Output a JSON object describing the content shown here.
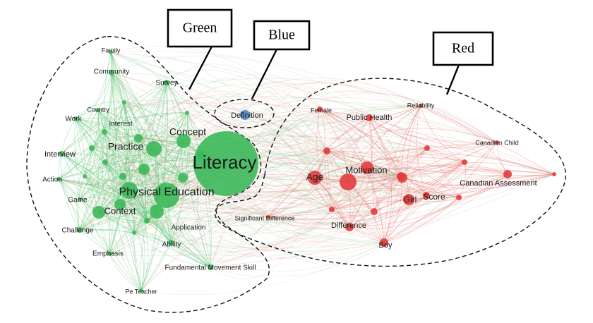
{
  "colors": {
    "green": "#3cb85a",
    "green_edge": "#5fc476",
    "red": "#e23c3c",
    "red_edge": "#ec6d6d",
    "blue": "#4a86c8",
    "mixed_edge": "#b8a070",
    "cluster_outline": "#111111"
  },
  "callouts": [
    {
      "id": "green",
      "label": "Green"
    },
    {
      "id": "blue",
      "label": "Blue"
    },
    {
      "id": "red",
      "label": "Red"
    }
  ],
  "nodes": [
    {
      "id": "literacy",
      "label": "Literacy",
      "cluster": "green",
      "weight": 10
    },
    {
      "id": "physical-education",
      "label": "Physical Education",
      "cluster": "green",
      "weight": 6
    },
    {
      "id": "concept",
      "label": "Concept",
      "cluster": "green",
      "weight": 4
    },
    {
      "id": "practice",
      "label": "Practice",
      "cluster": "green",
      "weight": 4
    },
    {
      "id": "context",
      "label": "Context",
      "cluster": "green",
      "weight": 3.5
    },
    {
      "id": "family",
      "label": "Family",
      "cluster": "green",
      "weight": 1
    },
    {
      "id": "community",
      "label": "Community",
      "cluster": "green",
      "weight": 1.5
    },
    {
      "id": "survey",
      "label": "Survey",
      "cluster": "green",
      "weight": 1.2
    },
    {
      "id": "country",
      "label": "Country",
      "cluster": "green",
      "weight": 1
    },
    {
      "id": "work",
      "label": "Work",
      "cluster": "green",
      "weight": 1
    },
    {
      "id": "interest",
      "label": "Interest",
      "cluster": "green",
      "weight": 1.5
    },
    {
      "id": "interview",
      "label": "Interview",
      "cluster": "green",
      "weight": 1.5
    },
    {
      "id": "action",
      "label": "Action",
      "cluster": "green",
      "weight": 1
    },
    {
      "id": "game",
      "label": "Game",
      "cluster": "green",
      "weight": 1.2
    },
    {
      "id": "challenge",
      "label": "Challenge",
      "cluster": "green",
      "weight": 1.2
    },
    {
      "id": "emphasis",
      "label": "Emphasis",
      "cluster": "green",
      "weight": 1
    },
    {
      "id": "ability",
      "label": "Ability",
      "cluster": "green",
      "weight": 1.2
    },
    {
      "id": "application",
      "label": "Application",
      "cluster": "green",
      "weight": 1
    },
    {
      "id": "fundamental-movement-skill",
      "label": "Fundamental Movement Skill",
      "cluster": "green",
      "weight": 1.2
    },
    {
      "id": "pe-teacher",
      "label": "Pe Teacher",
      "cluster": "green",
      "weight": 1
    },
    {
      "id": "definition",
      "label": "Definition",
      "cluster": "blue",
      "weight": 2
    },
    {
      "id": "significant-difference",
      "label": "Significant Difference",
      "cluster": "red",
      "weight": 1
    },
    {
      "id": "female",
      "label": "Female",
      "cluster": "red",
      "weight": 1
    },
    {
      "id": "public-health",
      "label": "Public Health",
      "cluster": "red",
      "weight": 1.2
    },
    {
      "id": "reliability",
      "label": "Reliability",
      "cluster": "red",
      "weight": 1
    },
    {
      "id": "canadian-child",
      "label": "Canadian Child",
      "cluster": "red",
      "weight": 1
    },
    {
      "id": "age",
      "label": "Age",
      "cluster": "red",
      "weight": 3
    },
    {
      "id": "motivation",
      "label": "Motivation",
      "cluster": "red",
      "weight": 3
    },
    {
      "id": "canadian-assessment",
      "label": "Canadian Assessment",
      "cluster": "red",
      "weight": 1.5
    },
    {
      "id": "girl",
      "label": "Girl",
      "cluster": "red",
      "weight": 2
    },
    {
      "id": "score",
      "label": "Score",
      "cluster": "red",
      "weight": 2
    },
    {
      "id": "difference",
      "label": "Difference",
      "cluster": "red",
      "weight": 1.5
    },
    {
      "id": "boy",
      "label": "Boy",
      "cluster": "red",
      "weight": 1.5
    }
  ]
}
